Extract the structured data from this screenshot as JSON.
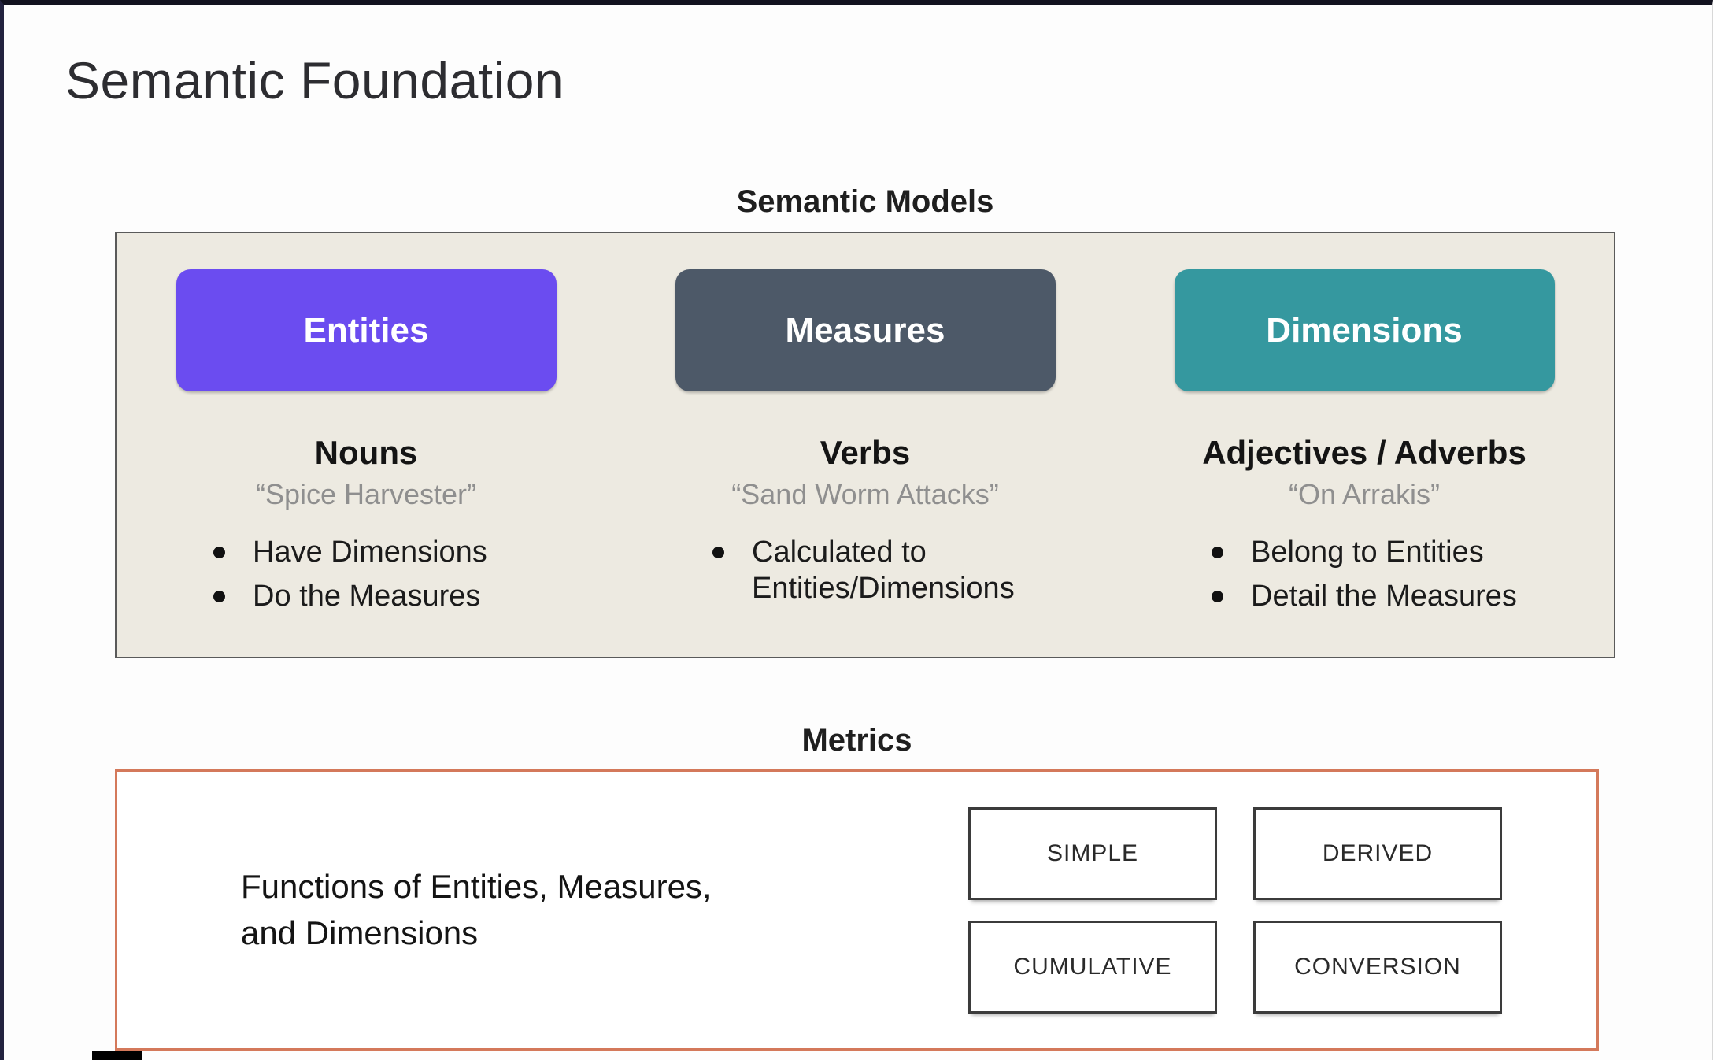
{
  "slide": {
    "title": "Semantic Foundation",
    "semantic_models": {
      "heading": "Semantic Models",
      "columns": [
        {
          "label": "Entities",
          "color": "#6b4cf0",
          "role": "Nouns",
          "example": "“Spice Harvester”",
          "bullets": [
            "Have Dimensions",
            "Do the Measures"
          ]
        },
        {
          "label": "Measures",
          "color": "#4d5968",
          "role": "Verbs",
          "example": "“Sand Worm Attacks”",
          "bullets": [
            "Calculated to Entities/Dimensions"
          ]
        },
        {
          "label": "Dimensions",
          "color": "#35989f",
          "role": "Adjectives / Adverbs",
          "example": "“On Arrakis”",
          "bullets": [
            "Belong to Entities",
            "Detail the Measures"
          ]
        }
      ]
    },
    "metrics": {
      "heading": "Metrics",
      "description": "Functions of Entities, Measures,\nand Dimensions",
      "types": [
        "SIMPLE",
        "DERIVED",
        "CUMULATIVE",
        "CONVERSION"
      ]
    }
  },
  "colors": {
    "panel_bg": "#edeae1",
    "panel_border": "#5a5a5a",
    "metrics_border": "#d4795b",
    "metric_box_border": "#3b3b3b"
  }
}
